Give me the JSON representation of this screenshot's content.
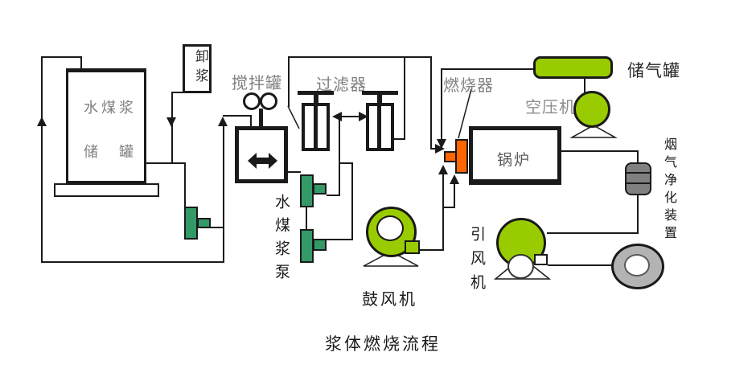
{
  "title": "浆体燃烧流程",
  "labels": {
    "unload": "卸浆",
    "storage_tank_top": "水煤浆",
    "storage_tank_bottom": "储　罐",
    "mixing_tank": "搅拌罐",
    "filter": "过滤器",
    "burner": "燃烧器",
    "gas_tank": "储气罐",
    "compressor": "空压机",
    "boiler": "锅炉",
    "slurry_pump": "水煤浆泵",
    "blower": "鼓风机",
    "induced_draft_fan": "引风机",
    "flue_gas_purifier": "烟气净化装置"
  },
  "colors": {
    "pump_green": "#339966",
    "machine_green": "#99cc00",
    "burner_orange": "#ff6600",
    "purifier_gray": "#808080",
    "chimney_ring_gray": "#b3b3b3",
    "line_black": "#1a1a1a",
    "label_gray": "#808080"
  }
}
